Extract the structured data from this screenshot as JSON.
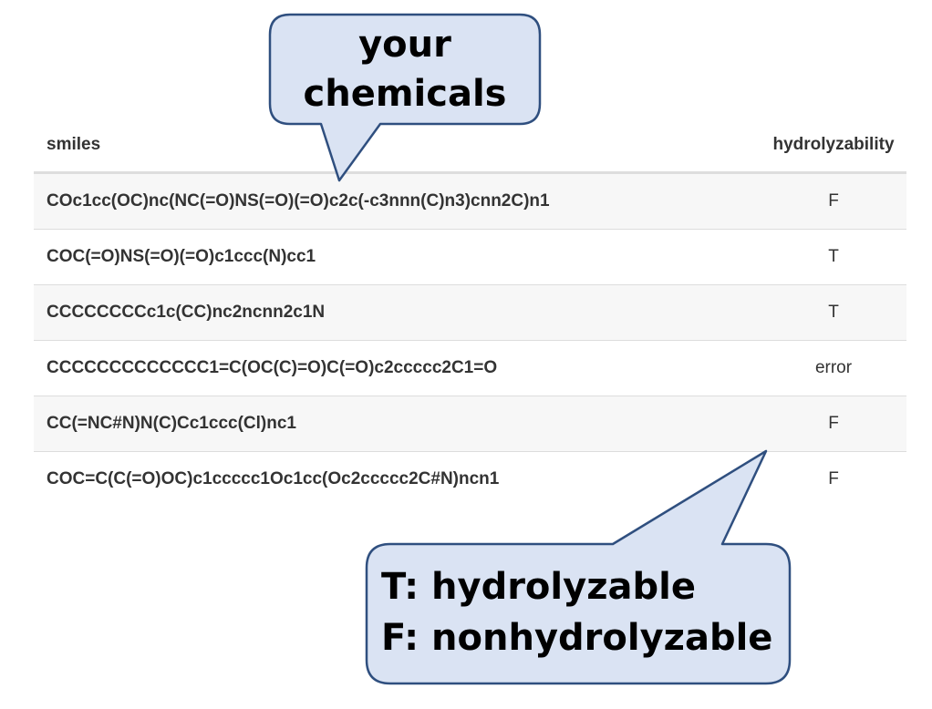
{
  "table": {
    "headers": {
      "smiles": "smiles",
      "hydrolyzability": "hydrolyzability"
    },
    "rows": [
      {
        "smiles": "COc1cc(OC)nc(NC(=O)NS(=O)(=O)c2c(-c3nnn(C)n3)cnn2C)n1",
        "hydrolyzability": "F"
      },
      {
        "smiles": "COC(=O)NS(=O)(=O)c1ccc(N)cc1",
        "hydrolyzability": "T"
      },
      {
        "smiles": "CCCCCCCCc1c(CC)nc2ncnn2c1N",
        "hydrolyzability": "T"
      },
      {
        "smiles": "CCCCCCCCCCCCC1=C(OC(C)=O)C(=O)c2ccccc2C1=O",
        "hydrolyzability": "error"
      },
      {
        "smiles": "CC(=NC#N)N(C)Cc1ccc(Cl)nc1",
        "hydrolyzability": "F"
      },
      {
        "smiles": "COC=C(C(=O)OC)c1ccccc1Oc1cc(Oc2ccccc2C#N)ncn1",
        "hydrolyzability": "F"
      }
    ]
  },
  "callouts": {
    "top": {
      "line1": "your",
      "line2": "chemicals"
    },
    "bottom": {
      "line1": "T: hydrolyzable",
      "line2": "F: nonhydrolyzable"
    },
    "fill_color": "#dae3f3",
    "border_color": "#2f4f7f"
  }
}
